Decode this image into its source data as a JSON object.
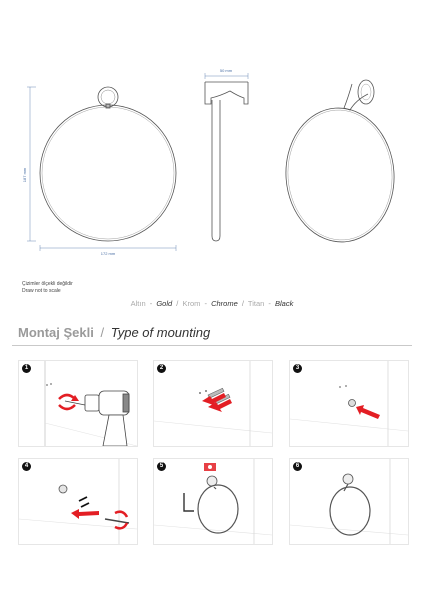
{
  "dimensions": {
    "height": "187 mm",
    "width": "172 mm",
    "depth": "50 mm"
  },
  "scale_note": {
    "tr": "Çizimler ölçekli değildir",
    "en": "Draw not to scale"
  },
  "finishes": [
    {
      "tr": "Altın",
      "en": "Gold"
    },
    {
      "tr": "Krom",
      "en": "Chrome"
    },
    {
      "tr": "Titan",
      "en": "Black"
    }
  ],
  "finish_separator": "-",
  "mounting": {
    "title_tr": "Montaj Şekli",
    "separator": "/",
    "title_en": "Type of mounting"
  },
  "steps": [
    "1",
    "2",
    "3",
    "4",
    "5",
    "6"
  ],
  "colors": {
    "arrow": "#e31e24",
    "line": "#555555",
    "dimension": "#4a6fa5"
  }
}
